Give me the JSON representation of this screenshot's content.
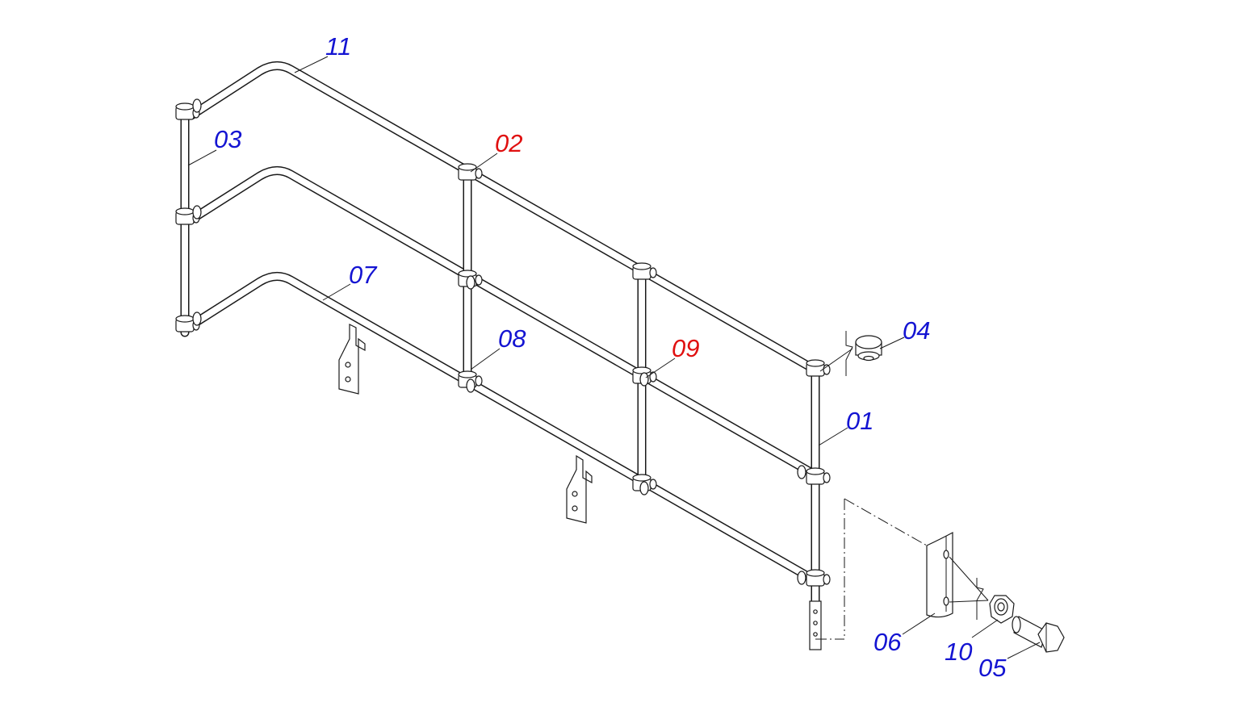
{
  "diagram": {
    "type": "exploded assembly drawing",
    "colors": {
      "label_blue": "#1414d2",
      "label_red": "#e01010",
      "line": "#1a1a1a",
      "background": "#ffffff"
    },
    "callouts": [
      {
        "id": "c11",
        "text": "11",
        "color": "#1414d2"
      },
      {
        "id": "c03",
        "text": "03",
        "color": "#1414d2"
      },
      {
        "id": "c02",
        "text": "02",
        "color": "#e01010"
      },
      {
        "id": "c07",
        "text": "07",
        "color": "#1414d2"
      },
      {
        "id": "c08",
        "text": "08",
        "color": "#1414d2"
      },
      {
        "id": "c09",
        "text": "09",
        "color": "#e01010"
      },
      {
        "id": "c04",
        "text": "04",
        "color": "#1414d2"
      },
      {
        "id": "c01",
        "text": "01",
        "color": "#1414d2"
      },
      {
        "id": "c06",
        "text": "06",
        "color": "#1414d2"
      },
      {
        "id": "c10",
        "text": "10",
        "color": "#1414d2"
      },
      {
        "id": "c05",
        "text": "05",
        "color": "#1414d2"
      }
    ]
  }
}
